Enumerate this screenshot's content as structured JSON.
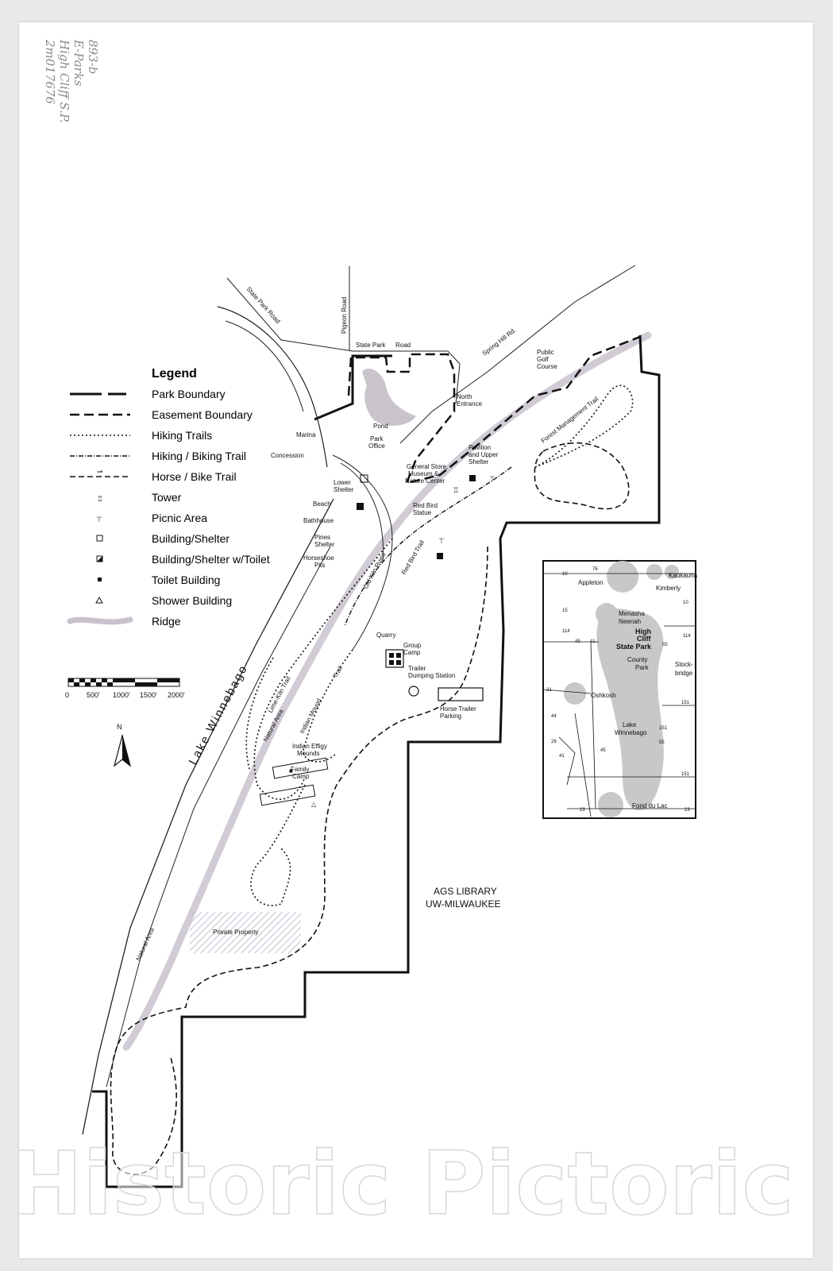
{
  "handwritten_notes": [
    "893-b",
    "E-Parks",
    "High Cliff S.P.",
    "2m017676"
  ],
  "legend": {
    "title": "Legend",
    "items": [
      {
        "label": "Park Boundary",
        "symbol": "park-boundary"
      },
      {
        "label": "Easement Boundary",
        "symbol": "easement-boundary"
      },
      {
        "label": "Hiking Trails",
        "symbol": "hiking-trails"
      },
      {
        "label": "Hiking / Biking Trail",
        "symbol": "hiking-biking-trail"
      },
      {
        "label": "Horse / Bike Trail",
        "symbol": "horse-bike-trail"
      },
      {
        "label": "Tower",
        "symbol": "tower-icon"
      },
      {
        "label": "Picnic Area",
        "symbol": "picnic-icon"
      },
      {
        "label": "Building/Shelter",
        "symbol": "building-icon"
      },
      {
        "label": "Building/Shelter w/Toilet",
        "symbol": "building-toilet-icon"
      },
      {
        "label": "Toilet Building",
        "symbol": "toilet-icon"
      },
      {
        "label": "Shower Building",
        "symbol": "shower-icon"
      },
      {
        "label": "Ridge",
        "symbol": "ridge-swatch"
      }
    ]
  },
  "scale_bar": {
    "ticks": [
      "0",
      "500'",
      "1000'",
      "1500'",
      "2000'"
    ]
  },
  "north_label": "N",
  "roads": {
    "state_park_road_diag": "State Park Road",
    "pigeon_road": "Pigeon Road",
    "state_park": "State Park",
    "road": "Road",
    "spring_hill": "Spring Hill Rd."
  },
  "labels": {
    "public_golf": [
      "Public",
      "Golf",
      "Course"
    ],
    "north_entrance": [
      "North",
      "Entrance"
    ],
    "pond": "Pond",
    "marina": "Marina",
    "concession": "Concession",
    "park_office": [
      "Park",
      "Office"
    ],
    "general_store": [
      "General Store,",
      "Museum &",
      "Nature Center"
    ],
    "pavilion": [
      "Pavilion",
      "and Upper",
      "Shelter"
    ],
    "lower_shelter": [
      "Lower",
      "Shelter"
    ],
    "beach": "Beach",
    "bathhouse": "Bathhouse",
    "pines_shelter": [
      "Pines",
      "Shelter"
    ],
    "horseshoe_pits": [
      "Horseshoe",
      "Pits"
    ],
    "red_bird_statue": [
      "Red Bird",
      "Statue"
    ],
    "red_bird_trail": "Red Bird Trail",
    "old_kiln_ruins": "Old Kiln Ruins",
    "quarry": "Quarry",
    "group_camp": [
      "Group",
      "Camp"
    ],
    "trailer_dumping": [
      "Trailer",
      "Dumping Station"
    ],
    "horse_trailer": [
      "Horse Trailer",
      "Parking"
    ],
    "lime_kiln_trail": "Lime-Kiln Trail",
    "natural_area": "Natural Area",
    "natural_area_2": "Natural Area",
    "indian_mound": "Indian Mound",
    "trail": "Trail",
    "indian_effigy": [
      "Indian Effigy",
      "Mounds"
    ],
    "family_camp": [
      "Family",
      "Camp"
    ],
    "forest_management_trail": "Forest Management Trail",
    "private_property": "Private Property",
    "lake_winnebago": "Lake Winnebago"
  },
  "library_stamp": [
    "AGS LIBRARY",
    "UW-MILWAUKEE"
  ],
  "inset": {
    "towns": [
      "Appleton",
      "Kaukauna",
      "Kimberly",
      "Menasha",
      "Neenah",
      "Oshkosh",
      "Stock-",
      "bridge",
      "County",
      "Park",
      "Lake",
      "Winnebago",
      "Fond du Lac"
    ],
    "park_label": [
      "High",
      "Cliff",
      "State Park"
    ],
    "highways": [
      "10",
      "76",
      "10",
      "15",
      "114",
      "45",
      "41",
      "114",
      "21",
      "44",
      "26",
      "41",
      "151",
      "151",
      "55",
      "45",
      "151",
      "23",
      "23",
      "55"
    ]
  },
  "watermark": "Historic Pictoric ®",
  "colors": {
    "ridge": "#c8c2cc",
    "pond": "#c9c3cc",
    "lake_inset": "#c8c8c8",
    "ink": "#111111"
  }
}
